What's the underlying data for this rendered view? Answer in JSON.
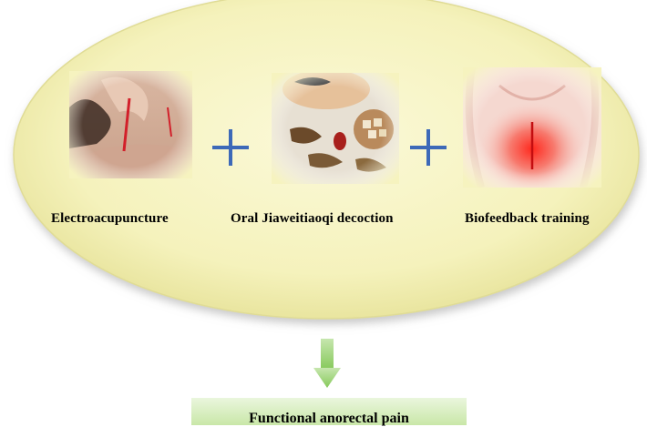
{
  "components": [
    {
      "label": "Electroacupuncture",
      "image_icon": "acupuncture-needle-photo"
    },
    {
      "label": "Oral Jiaweitiaoqi decoction",
      "image_icon": "herbal-medicine-photo"
    },
    {
      "label": "Biofeedback training",
      "image_icon": "pelvic-anatomy-photo"
    }
  ],
  "operator_symbol": "+",
  "result": {
    "label": "Functional anorectal pain"
  },
  "colors": {
    "ellipse_fill": "#f6f3bf",
    "ellipse_edge": "#e3e09a",
    "plus": "#3d69b8",
    "arrow": "#9ed07a",
    "result_box": "#d5edbd"
  }
}
